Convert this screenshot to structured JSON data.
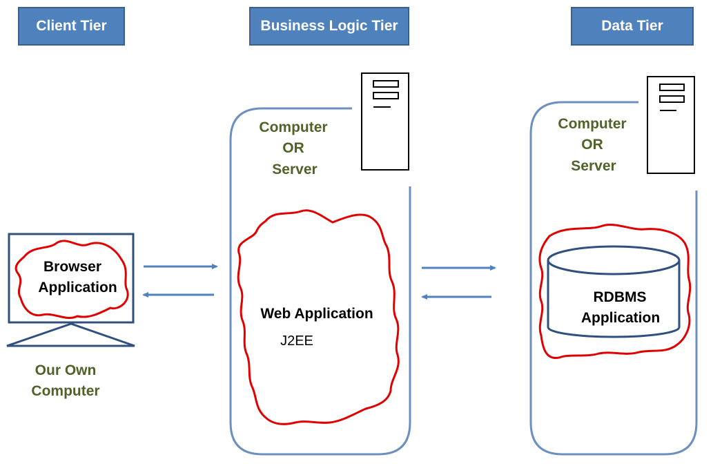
{
  "tiers": {
    "client": "Client Tier",
    "business": "Business Logic Tier",
    "data": "Data Tier"
  },
  "client": {
    "browser_line1": "Browser",
    "browser_line2": "Application",
    "caption_line1": "Our Own",
    "caption_line2": "Computer"
  },
  "business": {
    "computer": "Computer",
    "or": "OR",
    "server": "Server",
    "web_app": "Web Application",
    "j2ee": "J2EE"
  },
  "data_tier": {
    "computer": "Computer",
    "or": "OR",
    "server": "Server",
    "rdbms_line1": "RDBMS",
    "rdbms_line2": "Application"
  },
  "colors": {
    "tier_fill": "#4f81bd",
    "outline_blue": "#6b8fbf",
    "monitor_blue": "#2f4f7f",
    "scribble_red": "#e00000",
    "label_green": "#4f6228"
  }
}
